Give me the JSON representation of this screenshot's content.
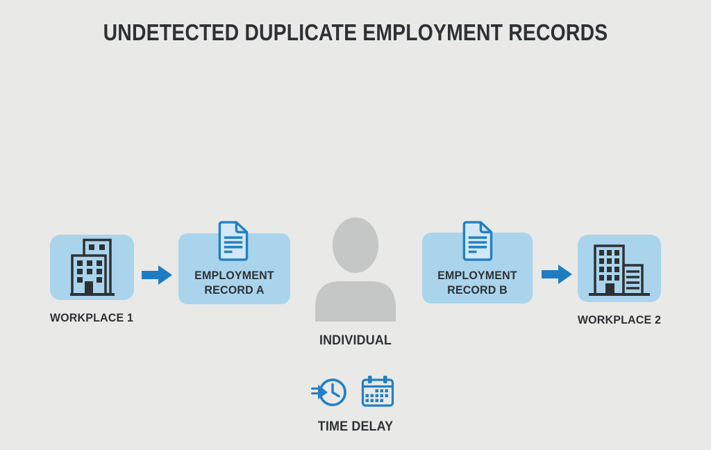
{
  "title": "UNDETECTED DUPLICATE EMPLOYMENT RECORDS",
  "nodes": {
    "workplace1": {
      "label": "WORKPLACE 1",
      "icon": "building-icon"
    },
    "record_a": {
      "line1": "EMPLOYMENT",
      "line2": "RECORD A",
      "icon": "document-icon"
    },
    "individual": {
      "label": "INDIVIDUAL",
      "icon": "person-silhouette-icon"
    },
    "record_b": {
      "line1": "EMPLOYMENT",
      "line2": "RECORD B",
      "icon": "document-icon"
    },
    "workplace2": {
      "label": "WORKPLACE 2",
      "icon": "building-icon"
    },
    "time_delay": {
      "label": "TIME DELAY",
      "icons": [
        "clock-history-icon",
        "calendar-icon"
      ]
    }
  },
  "flow": [
    "workplace1",
    "record_a",
    "individual",
    "record_b",
    "workplace2"
  ],
  "colors": {
    "background": "#e9e9e8",
    "box_fill": "#a9d4ec",
    "accent_blue": "#1e7dc0",
    "icon_stroke_blue": "#2380c2",
    "document_fill": "#d2e8f6",
    "person_gray": "#c5c6c6",
    "text_dark": "#2e3134"
  }
}
